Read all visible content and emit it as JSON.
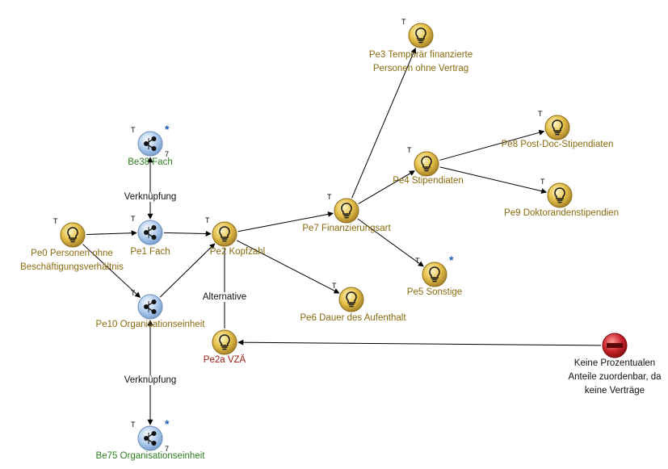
{
  "nodes": [
    {
      "id": "pe3",
      "kind": "bulb",
      "t": "T",
      "lines": [
        "Pe3 Temporär finanzierte",
        "Personen ohne Vertrag"
      ],
      "color": "gold"
    },
    {
      "id": "be38",
      "kind": "share",
      "t": "T",
      "star": "*",
      "seven": "7",
      "lines": [
        "Be38 Fach"
      ],
      "color": "green"
    },
    {
      "id": "pe8",
      "kind": "bulb",
      "t": "T",
      "lines": [
        "Pe8 Post-Doc-Stipendiaten"
      ],
      "color": "gold"
    },
    {
      "id": "pe4",
      "kind": "bulb",
      "t": "T",
      "lines": [
        "Pe4 Stipendiaten"
      ],
      "color": "gold"
    },
    {
      "id": "pe9",
      "kind": "bulb",
      "t": "T",
      "lines": [
        "Pe9 Doktorandenstipendien"
      ],
      "color": "gold"
    },
    {
      "id": "pe7",
      "kind": "bulb",
      "t": "T",
      "lines": [
        "Pe7 Finanzierungsart"
      ],
      "color": "gold"
    },
    {
      "id": "pe0",
      "kind": "bulb",
      "t": "T",
      "lines": [
        "Pe0 Personen ohne",
        "Beschäftigungsverhältnis"
      ],
      "color": "gold"
    },
    {
      "id": "pe1",
      "kind": "share",
      "t": "T",
      "lines": [
        "Pe1 Fach"
      ],
      "color": "gold"
    },
    {
      "id": "pe2",
      "kind": "bulb",
      "t": "T",
      "lines": [
        "Pe2 Kopfzahl"
      ],
      "color": "gold"
    },
    {
      "id": "pe5",
      "kind": "bulb",
      "t": "T",
      "star": "*",
      "lines": [
        "Pe5 Sonstige"
      ],
      "color": "gold"
    },
    {
      "id": "pe10",
      "kind": "share",
      "t": "T",
      "lines": [
        "Pe10 Organisationseinheit"
      ],
      "color": "gold"
    },
    {
      "id": "pe6",
      "kind": "bulb",
      "t": "T",
      "lines": [
        "Pe6 Dauer des Aufenthalt"
      ],
      "color": "gold"
    },
    {
      "id": "pe2a",
      "kind": "bulb",
      "lines": [
        "Pe2a VZÄ"
      ],
      "color": "red"
    },
    {
      "id": "minus",
      "kind": "minus",
      "lines": [
        "Keine Prozentualen",
        "Anteile zuordenbar, da",
        "keine Verträge"
      ],
      "color": "black"
    },
    {
      "id": "be75",
      "kind": "share",
      "t": "T",
      "star": "*",
      "seven": "7",
      "lines": [
        "Be75 Organisationseinheit"
      ],
      "color": "green"
    }
  ],
  "edge_labels": {
    "verknuepfung_top": "Verknüpfung",
    "alternative": "Alternative",
    "verknuepfung_bottom": "Verknüpfung"
  },
  "colors": {
    "bulb_fill": "#e6c24a",
    "share_fill": "#aecbee",
    "minus_fill": "#c9252b",
    "label_gold": "#8a6a0e",
    "label_green": "#2e7d1f",
    "label_red": "#9c1a10"
  }
}
